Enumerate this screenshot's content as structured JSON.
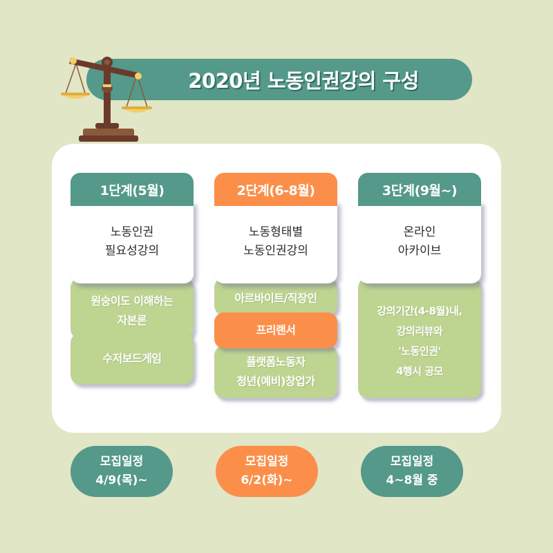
{
  "title": "2020년 노동인권강의 구성",
  "colors": {
    "background": "#e1e6c6",
    "teal": "#54998a",
    "orange": "#fb8f4a",
    "green": "#bed491",
    "panel": "#ffffff"
  },
  "icons": {
    "title": "scale-of-justice-icon"
  },
  "stages": [
    {
      "header": "1단계(5월)",
      "title": "노동인권\n필요성강의",
      "items": [
        "원숭이도 이해하는\n자본론",
        "수저보드게임"
      ]
    },
    {
      "header": "2단계(6-8월)",
      "title": "노동형태별\n노동인권강의",
      "items": [
        "아르바이트/직장인",
        "프리랜서",
        "플랫폼노동자\n청년(예비)창업가"
      ]
    },
    {
      "header": "3단계(9월~)",
      "title": "온라인\n아카이브",
      "items": [
        "강의기간(4-8월)내,\n강의리뷰와\n'노동인권'\n4행시 공모"
      ]
    }
  ],
  "recruitment": [
    {
      "label": "모집일정",
      "date": "4/9(목)~"
    },
    {
      "label": "모집일정",
      "date": "6/2(화)~"
    },
    {
      "label": "모집일정",
      "date": "4~8월 중"
    }
  ]
}
